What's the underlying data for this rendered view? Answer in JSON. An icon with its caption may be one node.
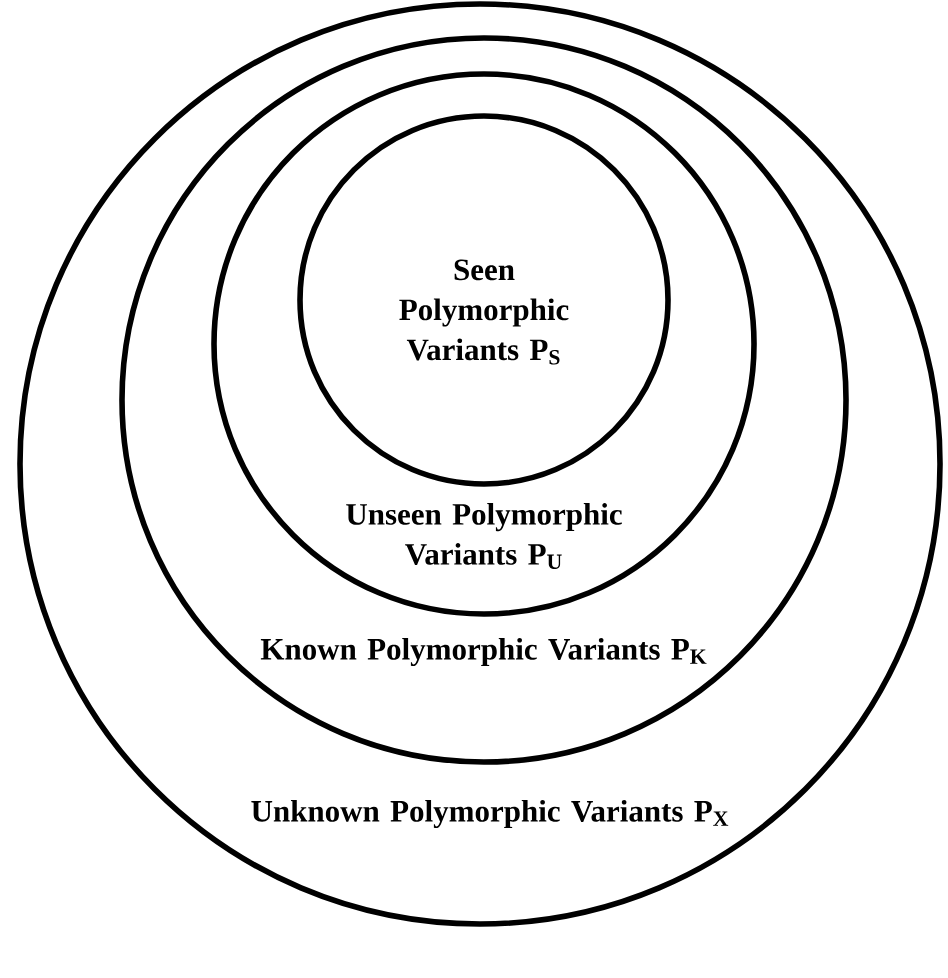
{
  "diagram": {
    "nodes": [
      {
        "text": [
          "Unknown Polymorphic Variants P$_{X}$"
        ]
      },
      {
        "text": [
          "Known Polymorphic Variants P$_{K}$"
        ],
        "in": 0
      },
      {
        "text": [
          "Unseen Polymorphic Variants P$_{U}$"
        ],
        "in": 1
      },
      {
        "text": [
          "Seen Polymorphic Variants P$_{S}$"
        ],
        "in": 2
      }
    ]
  }
}
